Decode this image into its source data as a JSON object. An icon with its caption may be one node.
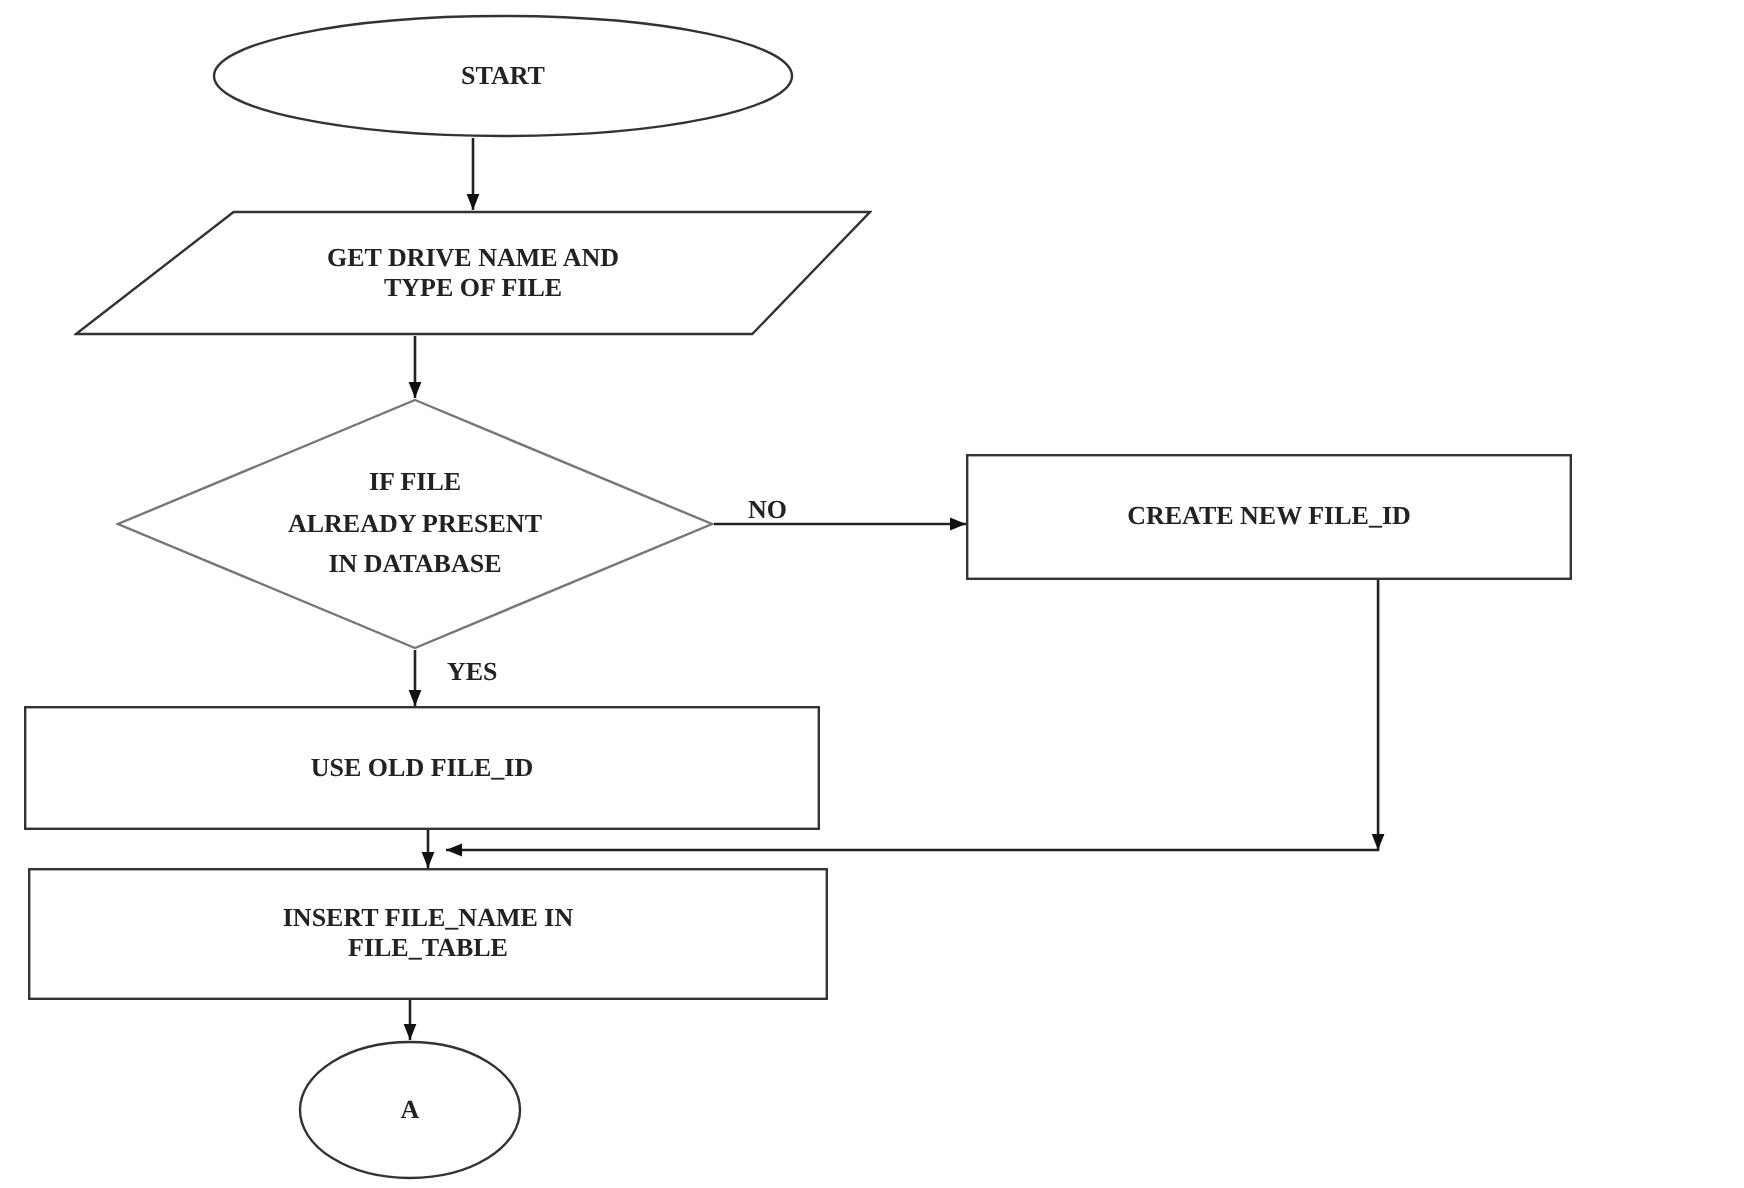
{
  "diagram": {
    "nodes": [
      {
        "text": [
          "START"
        ]
      },
      {
        "text": [
          "GET DRIVE NAME AND TYPE OF FILE"
        ]
      },
      {
        "text": [
          "IF FILE",
          "ALREADY PRESENT",
          "IN DATABASE"
        ]
      },
      {
        "text": [
          "CREATE NEW FILE_ID"
        ]
      },
      {
        "text": [
          "USE OLD FILE_ID"
        ]
      },
      {
        "text": [
          "INSERT FILE_NAME IN FILE_TABLE"
        ]
      },
      {
        "text": [
          "A"
        ]
      }
    ],
    "edges": [
      {
        "from": 0,
        "to": 1,
        "arrow": "to"
      },
      {
        "from": 1,
        "to": 2,
        "arrow": "to"
      },
      {
        "from": 2,
        "to": 3,
        "arrow": "to",
        "label": "NO"
      },
      {
        "from": 2,
        "to": 4,
        "arrow": "to",
        "label": "YES"
      },
      {
        "from": 4,
        "to": 5,
        "arrow": "to"
      },
      {
        "from": 3,
        "to": 5,
        "arrow": "to"
      },
      {
        "from": 5,
        "to": 6,
        "arrow": "to"
      }
    ]
  }
}
